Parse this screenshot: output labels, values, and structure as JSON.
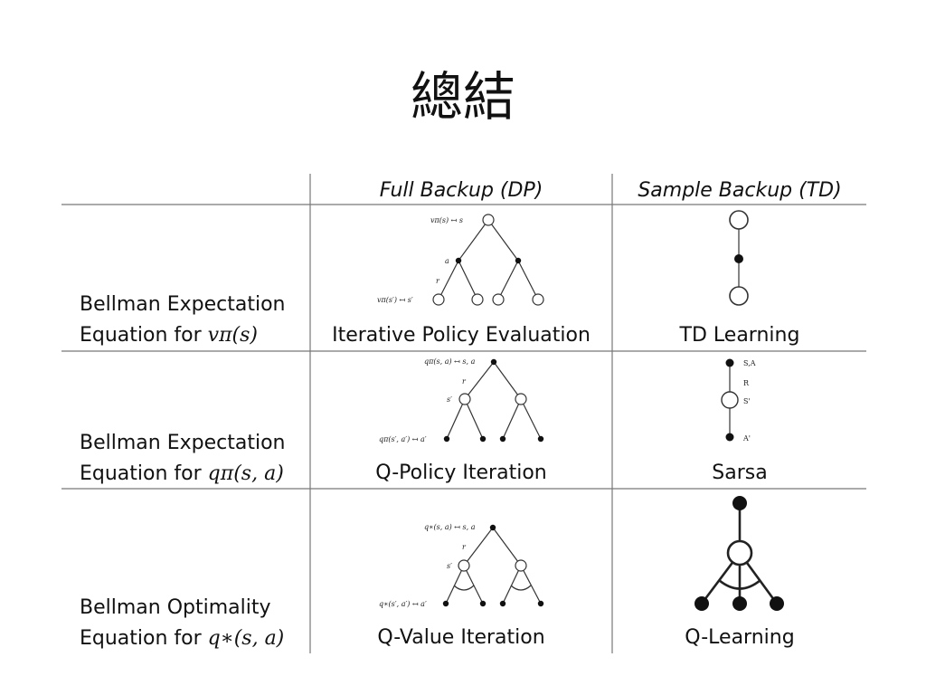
{
  "slide": {
    "title": "總結"
  },
  "table": {
    "col_headers": [
      "Full Backup (DP)",
      "Sample Backup (TD)"
    ],
    "rows": [
      {
        "label_line1": "Bellman Expectation",
        "label_line2_prefix": "Equation for ",
        "label_line2_math": "vπ(s)",
        "dp_caption": "Iterative Policy Evaluation",
        "td_caption": "TD Learning",
        "dp_labels": {
          "root": "vπ(s) ↤ s",
          "action": "a",
          "reward": "r",
          "leaf": "vπ(s′) ↤ s′"
        }
      },
      {
        "label_line1": "Bellman Expectation",
        "label_line2_prefix": "Equation for ",
        "label_line2_math": "qπ(s, a)",
        "dp_caption": "Q-Policy Iteration",
        "td_caption": "Sarsa",
        "dp_labels": {
          "root": "qπ(s, a) ↤ s, a",
          "reward": "r",
          "state": "s′",
          "leaf": "qπ(s′, a′) ↤ a′"
        },
        "td_labels": {
          "top": "S,A",
          "reward": "R",
          "state": "S'",
          "bottom": "A'"
        }
      },
      {
        "label_line1": "Bellman Optimality",
        "label_line2_prefix": "Equation for ",
        "label_line2_math": "q∗(s, a)",
        "dp_caption": "Q-Value Iteration",
        "td_caption": "Q-Learning",
        "dp_labels": {
          "root": "q∗(s, a) ↤ s, a",
          "reward": "r",
          "state": "s′",
          "leaf": "q∗(s′, a′) ↤ a′"
        }
      }
    ]
  }
}
